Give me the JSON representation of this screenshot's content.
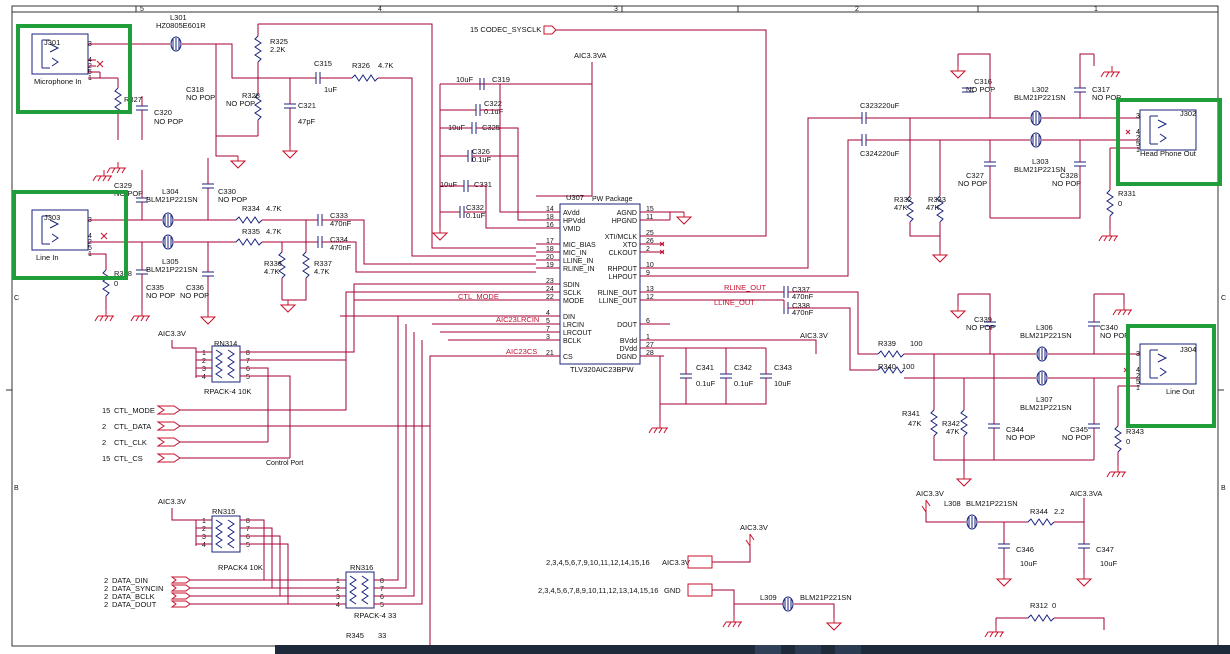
{
  "border": {
    "columns": [
      "5",
      "4",
      "3",
      "2",
      "1"
    ],
    "rows": [
      "C",
      "B"
    ]
  },
  "connectors": {
    "mic": {
      "ref": "J301",
      "label": "Microphone In",
      "pins": [
        "3",
        "4",
        "2",
        "5",
        "1"
      ]
    },
    "linein": {
      "ref": "J303",
      "label": "Line In",
      "pins": [
        "3",
        "4",
        "2",
        "5",
        "1"
      ]
    },
    "hp": {
      "ref": "J302",
      "label": "Head Phone Out",
      "pins": [
        "3",
        "4",
        "2",
        "5",
        "1"
      ]
    },
    "lineout": {
      "ref": "J304",
      "label": "Line Out",
      "pins": [
        "3",
        "4",
        "2",
        "5",
        "1"
      ]
    }
  },
  "parts": {
    "L301": "L301",
    "L301v": "HZ0805E601R",
    "R325": "R325",
    "R325v": "2.2K",
    "C315": "C315",
    "C315v": "1uF",
    "R326": "R326",
    "R326v": "4.7K",
    "C318": "C318",
    "C318v": "NO POP",
    "R327": "R327",
    "R328": "R328",
    "R328v": "NO POP",
    "C321": "C321",
    "C321v": "47pF",
    "C320": "C320",
    "C320v": "NO POP",
    "C329": "C329",
    "C329v": "NO POP",
    "L304": "L304",
    "L304v": "BLM21P221SN",
    "C330": "C330",
    "C330v": "NO POP",
    "R334": "R334",
    "R334v": "4.7K",
    "R335": "R335",
    "R335v": "4.7K",
    "C333": "C333",
    "C333v": "470nF",
    "C334": "C334",
    "C334v": "470nF",
    "L305": "L305",
    "L305v": "BLM21P221SN",
    "R336": "R336",
    "R336v": "4.7K",
    "R337": "R337",
    "R337v": "4.7K",
    "R338": "R338",
    "R338v": "0",
    "C335": "C335",
    "C335v": "NO POP",
    "C336": "C336",
    "C336v": "NO POP",
    "C319": "C319",
    "C319v": "10uF",
    "C322": "C322",
    "C322v": "0.1uF",
    "C325": "C325",
    "C325v": "10uF",
    "C326": "C326",
    "C326v": "0.1uF",
    "C331": "C331",
    "C331v": "10uF",
    "C332": "C332",
    "C332v": "0.1uF",
    "U307": "U307",
    "U307pkg": "PW Package",
    "U307v": "TLV320AIC23BPW",
    "C323": "C323",
    "C323v": "220uF",
    "C324": "C324",
    "C324v": "220uF",
    "C316": "C316",
    "C316v": "NO POP",
    "C317": "C317",
    "C317v": "NO POP",
    "L302": "L302",
    "L302v": "BLM21P221SN",
    "L303": "L303",
    "L303v": "BLM21P221SN",
    "C327": "C327",
    "C327v": "NO POP",
    "C328": "C328",
    "C328v": "NO POP",
    "R331": "R331",
    "R331v": "0",
    "R332": "R332",
    "R332v": "47K",
    "R333": "R333",
    "R333v": "47K",
    "C337": "C337",
    "C337v": "470nF",
    "C338": "C338",
    "C338v": "470nF",
    "C341": "C341",
    "C341v": "0.1uF",
    "C342": "C342",
    "C342v": "0.1uF",
    "C343": "C343",
    "C343v": "10uF",
    "R339": "R339",
    "R339v": "100",
    "R340": "R340",
    "R340v": "100",
    "C339": "C339",
    "C339v": "NO POP",
    "C340": "C340",
    "C340v": "NO POP",
    "L306": "L306",
    "L306v": "BLM21P221SN",
    "L307": "L307",
    "L307v": "BLM21P221SN",
    "R341": "R341",
    "R341v": "47K",
    "R342": "R342",
    "R342v": "47K",
    "C344": "C344",
    "C344v": "NO POP",
    "C345": "C345",
    "C345v": "NO POP",
    "R343": "R343",
    "R343v": "0",
    "RN314": "RN314",
    "RN314v": "RPACK-4 10K",
    "RN315": "RN315",
    "RN315v": "RPACK4 10K",
    "RN316": "RN316",
    "RN316v": "RPACK-4 33",
    "R345": "R345",
    "R345v": "33",
    "L308": "L308",
    "L308v": "BLM21P221SN",
    "R344": "R344",
    "R344v": "2.2",
    "C346": "C346",
    "C346v": "10uF",
    "C347": "C347",
    "C347v": "10uF",
    "L309": "L309",
    "L309v": "BLM21P221SN",
    "R312": "R312",
    "R312v": "0"
  },
  "u307_pins_left": [
    {
      "num": "14",
      "name": "AVdd"
    },
    {
      "num": "18",
      "name": "HPVdd"
    },
    {
      "num": "16",
      "name": "VMID"
    },
    {
      "num": "17",
      "name": "MIC_BIAS"
    },
    {
      "num": "18",
      "name": "MIC_IN"
    },
    {
      "num": "20",
      "name": "LLINE_IN"
    },
    {
      "num": "19",
      "name": "RLINE_IN"
    },
    {
      "num": "23",
      "name": "SDIN"
    },
    {
      "num": "24",
      "name": "SCLK"
    },
    {
      "num": "22",
      "name": "MODE"
    },
    {
      "num": "4",
      "name": "DIN"
    },
    {
      "num": "5",
      "name": "LRCIN"
    },
    {
      "num": "7",
      "name": "LRCOUT"
    },
    {
      "num": "3",
      "name": "BCLK"
    },
    {
      "num": "21",
      "name": "CS"
    }
  ],
  "u307_pins_right": [
    {
      "num": "15",
      "name": "AGND"
    },
    {
      "num": "11",
      "name": "HPGND"
    },
    {
      "num": "25",
      "name": "XTI/MCLK"
    },
    {
      "num": "26",
      "name": "XTO"
    },
    {
      "num": "2",
      "name": "CLKOUT"
    },
    {
      "num": "10",
      "name": "RHPOUT"
    },
    {
      "num": "9",
      "name": "LHPOUT"
    },
    {
      "num": "13",
      "name": "RLINE_OUT"
    },
    {
      "num": "12",
      "name": "LLINE_OUT"
    },
    {
      "num": "6",
      "name": "DOUT"
    },
    {
      "num": "1",
      "name": "BVdd"
    },
    {
      "num": "27",
      "name": "DVdd"
    },
    {
      "num": "28",
      "name": "DGND"
    }
  ],
  "nets": {
    "codec_sysclk": "15  CODEC_SYSCLK",
    "aic33va_top": "AIC3.3VA",
    "ctl_mode": "CTL_MODE",
    "aic23lrcin": "AIC23LRCIN",
    "aic23cs": "AIC23CS",
    "rline_out": "RLINE_OUT",
    "lline_out": "LLINE_OUT",
    "aic33v_1": "AIC3.3V",
    "aic33v_2": "AIC3.3V",
    "aic33v_3": "AIC3.3V",
    "aic33v_4": "AIC3.3V",
    "aic33v_5": "AIC3.3V",
    "aic33va_2": "AIC3.3VA",
    "control_port": "Control Port"
  },
  "ctl_ports": [
    {
      "sheet": "15",
      "name": "CTL_MODE"
    },
    {
      "sheet": "2",
      "name": "CTL_DATA"
    },
    {
      "sheet": "2",
      "name": "CTL_CLK"
    },
    {
      "sheet": "15",
      "name": "CTL_CS"
    }
  ],
  "data_ports": [
    {
      "sheet": "2",
      "name": "DATA_DIN"
    },
    {
      "sheet": "2",
      "name": "DATA_SYNCIN"
    },
    {
      "sheet": "2",
      "name": "DATA_BCLK"
    },
    {
      "sheet": "2",
      "name": "DATA_DOUT"
    }
  ],
  "power_ports": {
    "aic": {
      "sheets": "2,3,4,5,6,7,9,10,11,12,14,15,16",
      "name": "AIC3.3V"
    },
    "gnd": {
      "sheets": "2,3,4,5,6,7,8,9,10,11,12,13,14,15,16",
      "name": "GND"
    }
  },
  "rpack_pins": {
    "left": [
      "1",
      "2",
      "3",
      "4"
    ],
    "right": [
      "8",
      "7",
      "6",
      "5"
    ]
  },
  "colors": {
    "wire": "#a50034",
    "component": "#1a237e",
    "highlight": "#1f9e3a",
    "net_label": "#c8102e",
    "taskbar": "#1e2a3a"
  }
}
